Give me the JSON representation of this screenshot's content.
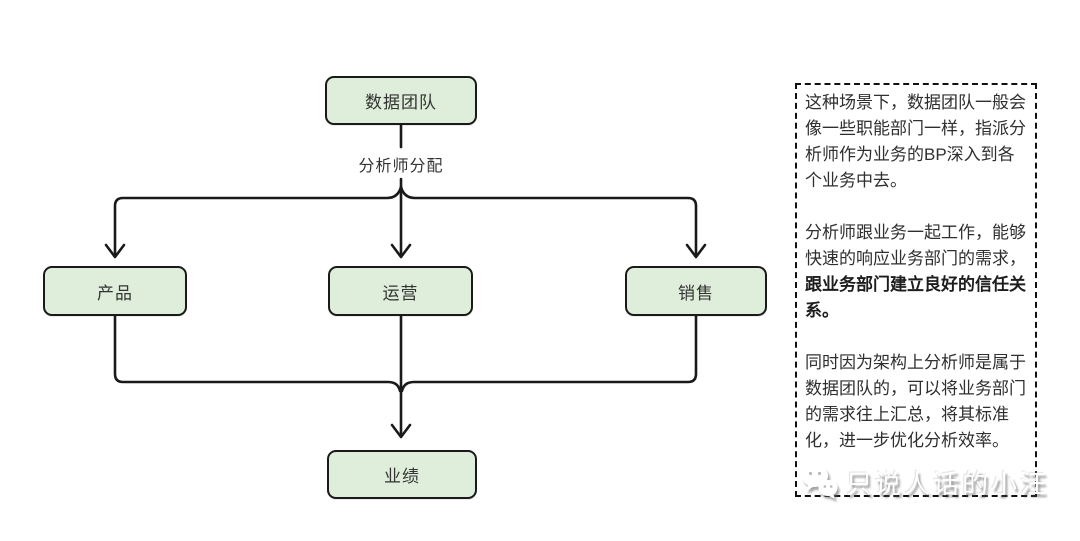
{
  "diagram": {
    "nodes": {
      "top": "数据团队",
      "left": "产品",
      "middle": "运营",
      "right": "销售",
      "bottom": "业绩"
    },
    "edge_label": "分析师分配"
  },
  "panel": {
    "paragraph1": "这种场景下，数据团队一般会像一些职能部门一样，指派分析师作为业务的BP深入到各个业务中去。",
    "paragraph2_normal": "分析师跟业务一起工作，能够快速的响应业务部门的需求，",
    "paragraph2_bold": "跟业务部门建立良好的信任关系。",
    "paragraph3": "同时因为架构上分析师是属于数据团队的，可以将业务部门的需求往上汇总，将其标准化，进一步优化分析效率。"
  },
  "watermark": {
    "icon": "wechat-icon",
    "text": "只说人话的小汪"
  },
  "colors": {
    "node_fill": "#dfeeda",
    "node_border": "#1a1a1a",
    "connector": "#1a1a1a",
    "panel_border": "#111111",
    "text": "#333333",
    "watermark_text": "#ffffff"
  }
}
